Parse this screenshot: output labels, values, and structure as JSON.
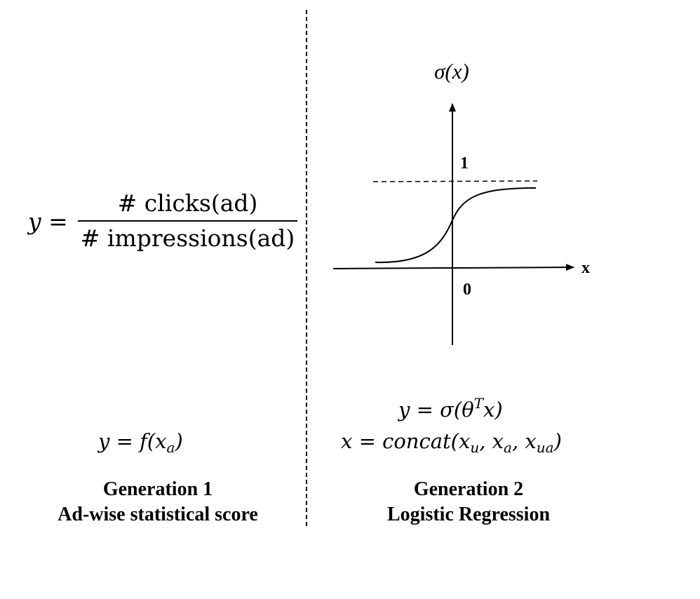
{
  "gen1": {
    "formula_lhs": "y =",
    "numerator": "# clicks(ad)",
    "denominator": "# impressions(ad)",
    "model_formula": {
      "lhs": "y = f(x",
      "sub": "a",
      "rhs": ")"
    },
    "caption_title": "Generation 1",
    "caption_subtitle": "Ad-wise  statistical score"
  },
  "gen2": {
    "plot": {
      "y_axis_label": "σ(x)",
      "x_axis_label": "x",
      "asymptote_label": "1",
      "origin_label": "0"
    },
    "formula_1": {
      "pre": "y = σ(θ",
      "sup": "T",
      "post": "x)"
    },
    "formula_2": {
      "p1": "x = concat(x",
      "s1": "u",
      "p2": ", x",
      "s2": "a",
      "p3": ", x",
      "s3": "ua",
      "p4": ")"
    },
    "caption_title": "Generation 2",
    "caption_subtitle": "Logistic Regression"
  }
}
